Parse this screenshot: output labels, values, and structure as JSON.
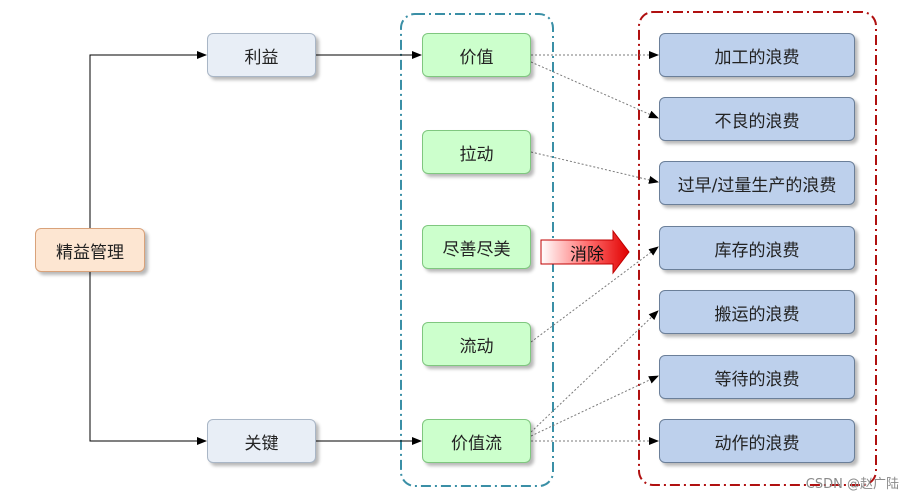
{
  "root": {
    "label": "精益管理"
  },
  "mid": [
    {
      "id": "benefit",
      "label": "利益"
    },
    {
      "id": "key",
      "label": "关键"
    }
  ],
  "principles": [
    {
      "id": "value",
      "label": "价值"
    },
    {
      "id": "pull",
      "label": "拉动"
    },
    {
      "id": "perfection",
      "label": "尽善尽美"
    },
    {
      "id": "flow",
      "label": "流动"
    },
    {
      "id": "value-stream",
      "label": "价值流"
    }
  ],
  "wastes": [
    {
      "id": "processing",
      "label": "加工的浪费"
    },
    {
      "id": "defects",
      "label": "不良的浪费"
    },
    {
      "id": "overproduction",
      "label": "过早/过量生产的浪费"
    },
    {
      "id": "inventory",
      "label": "库存的浪费"
    },
    {
      "id": "transport",
      "label": "搬运的浪费"
    },
    {
      "id": "waiting",
      "label": "等待的浪费"
    },
    {
      "id": "motion",
      "label": "动作的浪费"
    }
  ],
  "eliminate": {
    "label": "消除"
  },
  "watermark": "CSDN @赵广陆",
  "colors": {
    "principles_frame": "#3a8fa6",
    "wastes_frame": "#b01010",
    "arrow_red": "#e00000"
  }
}
